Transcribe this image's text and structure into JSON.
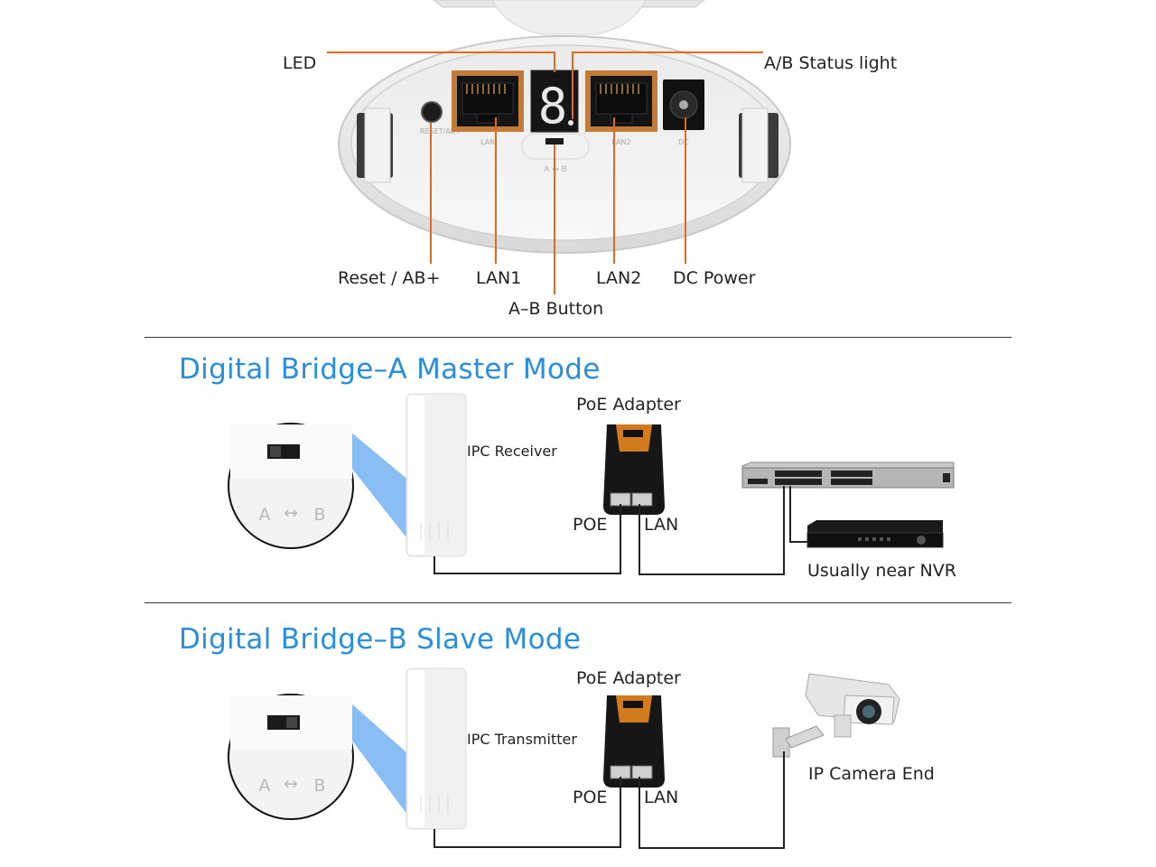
{
  "device_callouts": {
    "led": "LED",
    "ab_status_light": "A/B Status light",
    "reset": "Reset / AB+",
    "lan1": "LAN1",
    "lan2": "LAN2",
    "dc_power": "DC Power",
    "ab_button": "A–B Button"
  },
  "device_printed": {
    "reset_port": "RESET/AB+",
    "lan_port": "LAN",
    "lan2_port": "LAN2",
    "dc_port": "DC",
    "switch_marks": "A ↔ B",
    "led_digit": "8"
  },
  "master": {
    "title": "Digital Bridge–A Master Mode",
    "unit_label": "IPC Receiver",
    "poe_title": "PoE Adapter",
    "poe_port": "POE",
    "lan_port": "LAN",
    "nvr_note": "Usually near NVR",
    "zoom_mark_a": "A",
    "zoom_mark_arrow": "↔",
    "zoom_mark_b": "B"
  },
  "slave": {
    "title": "Digital Bridge–B Slave Mode",
    "unit_label": "IPC Transmitter",
    "poe_title": "PoE Adapter",
    "poe_port": "POE",
    "lan_port": "LAN",
    "camera_note": "IP Camera End",
    "zoom_mark_a": "A",
    "zoom_mark_arrow": "↔",
    "zoom_mark_b": "B"
  },
  "colors": {
    "callout_line": "#e06a1e",
    "heading_blue": "#2a8ed8",
    "cable": "#222222",
    "zoom_beam": "#6aaef0"
  },
  "icons": [
    "bridge-port-panel",
    "ethernet-port-icon",
    "dc-jack-icon",
    "seven-segment-led-icon",
    "poe-injector-icon",
    "network-switch-icon",
    "nvr-recorder-icon",
    "cctv-camera-icon"
  ]
}
